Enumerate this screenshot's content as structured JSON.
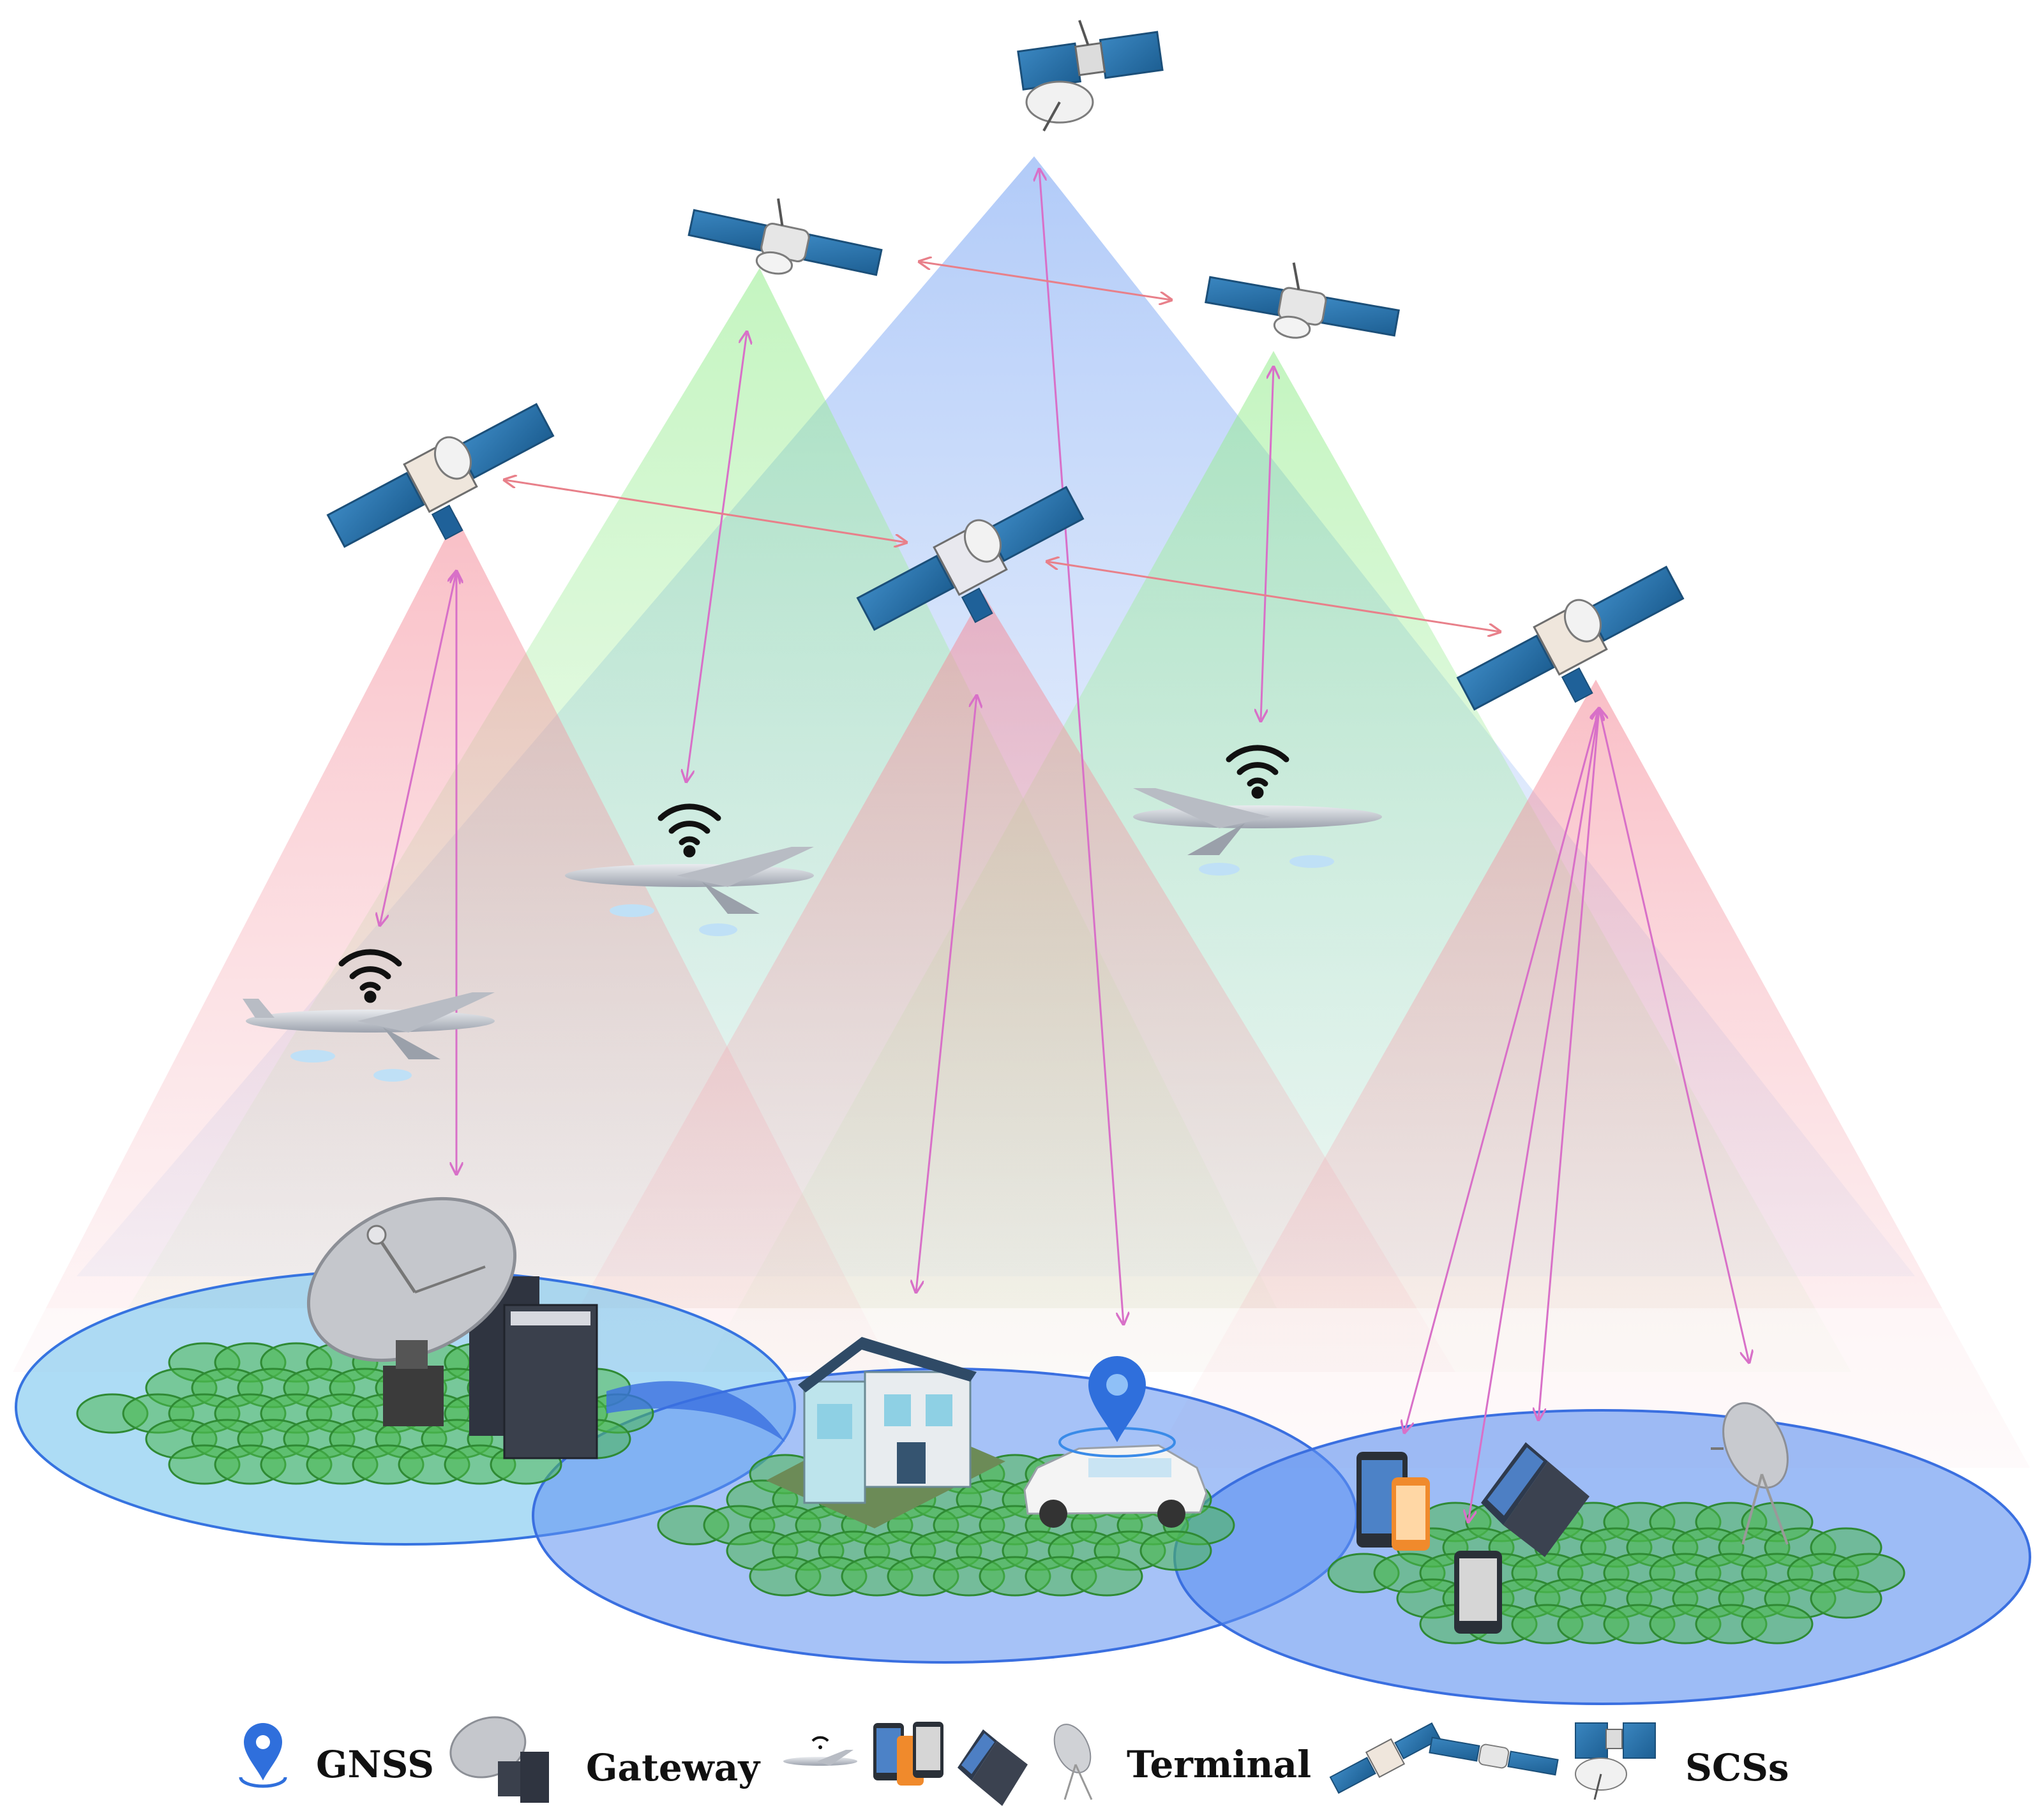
{
  "legend": {
    "gnss_label": "GNSS",
    "gateway_label": "Gateway",
    "terminal_label": "Terminal",
    "scs_label": "SCSs",
    "gnss_icon": "location-pin-icon",
    "gateway_icon": "satellite-dish-gateway-icon",
    "terminal_icons": [
      "airplane-icon",
      "smartphone-icon",
      "laptop-icon",
      "dish-antenna-icon"
    ],
    "scs_icons": [
      "satellite-geo-icon",
      "satellite-leo-icon",
      "satellite-meo-icon"
    ]
  },
  "colors": {
    "beam_red": "#f48a98",
    "beam_green": "#93ec8c",
    "beam_blue": "#7ea8f4",
    "link_arrow": "#d870c8",
    "isl_arrow": "#e8808a",
    "cell_green": "#4bb84e",
    "coverage_blue": "#5c8ff0",
    "coverage_cyan": "#77c4ee"
  }
}
